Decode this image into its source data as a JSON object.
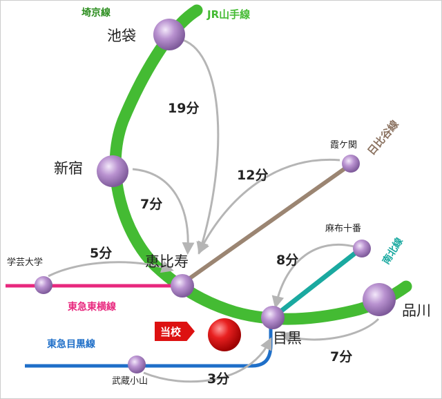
{
  "colors": {
    "background": "#ffffff",
    "frame": "#cccccc",
    "yamanote": "#44bb33",
    "hibiya": "#9b8572",
    "toyoko": "#e8287e",
    "namboku": "#1aa9a0",
    "meguro_line": "#1f6fc8",
    "arrow": "#b5b5b5",
    "station": "#a77dc0",
    "school": "#e01818",
    "school_badge": "#dd1111"
  },
  "lines": {
    "saikyo": "埼京線",
    "yamanote": "JR山手線",
    "hibiya": "日比谷線",
    "namboku": "南北線",
    "toyoko": "東急東横線",
    "meguro": "東急目黒線"
  },
  "stations": {
    "ikebukuro": "池袋",
    "shinjuku": "新宿",
    "ebisu": "恵比寿",
    "meguro": "目黒",
    "shinagawa": "品川",
    "kasumigaseki": "霞ケ関",
    "azabujuban": "麻布十番",
    "gakugeidaigaku": "学芸大学",
    "musashikoyama": "武蔵小山"
  },
  "times": {
    "ikebukuro_ebisu": "19分",
    "shinjuku_ebisu": "7分",
    "kasumigaseki_ebisu": "12分",
    "gakugeidaigaku_ebisu": "5分",
    "azabujuban_meguro": "8分",
    "shinagawa_meguro": "7分",
    "musashikoyama_meguro": "3分"
  },
  "school": "当校"
}
